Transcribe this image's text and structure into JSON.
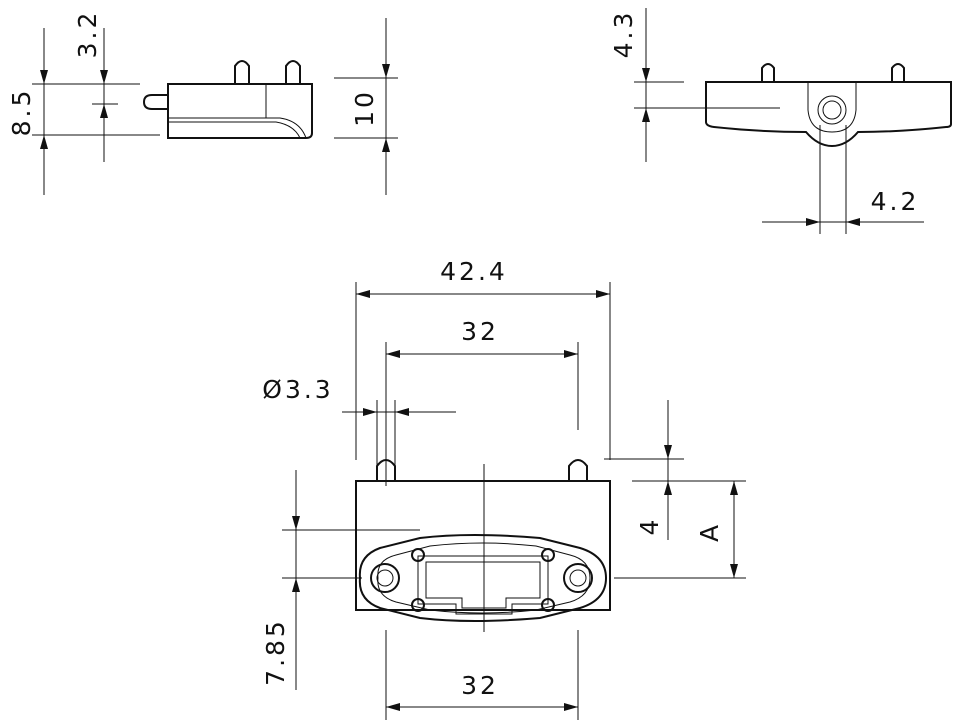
{
  "drawing": {
    "colors": {
      "line": "#111111",
      "background": "#ffffff"
    },
    "side_view": {
      "dim_overall_height": "8.5",
      "dim_pin_offset": "3.2",
      "dim_body_height": "10"
    },
    "end_view": {
      "dim_pin_height": "4.3",
      "dim_hole_width": "4.2"
    },
    "top_view": {
      "dim_overall_length": "42.4",
      "dim_pin_spacing": "32",
      "dim_pin_diameter": "Ø3.3",
      "dim_pin_length": "4",
      "dim_variable": "A",
      "dim_hole_offset": "7.85",
      "dim_hole_spacing": "32"
    }
  }
}
